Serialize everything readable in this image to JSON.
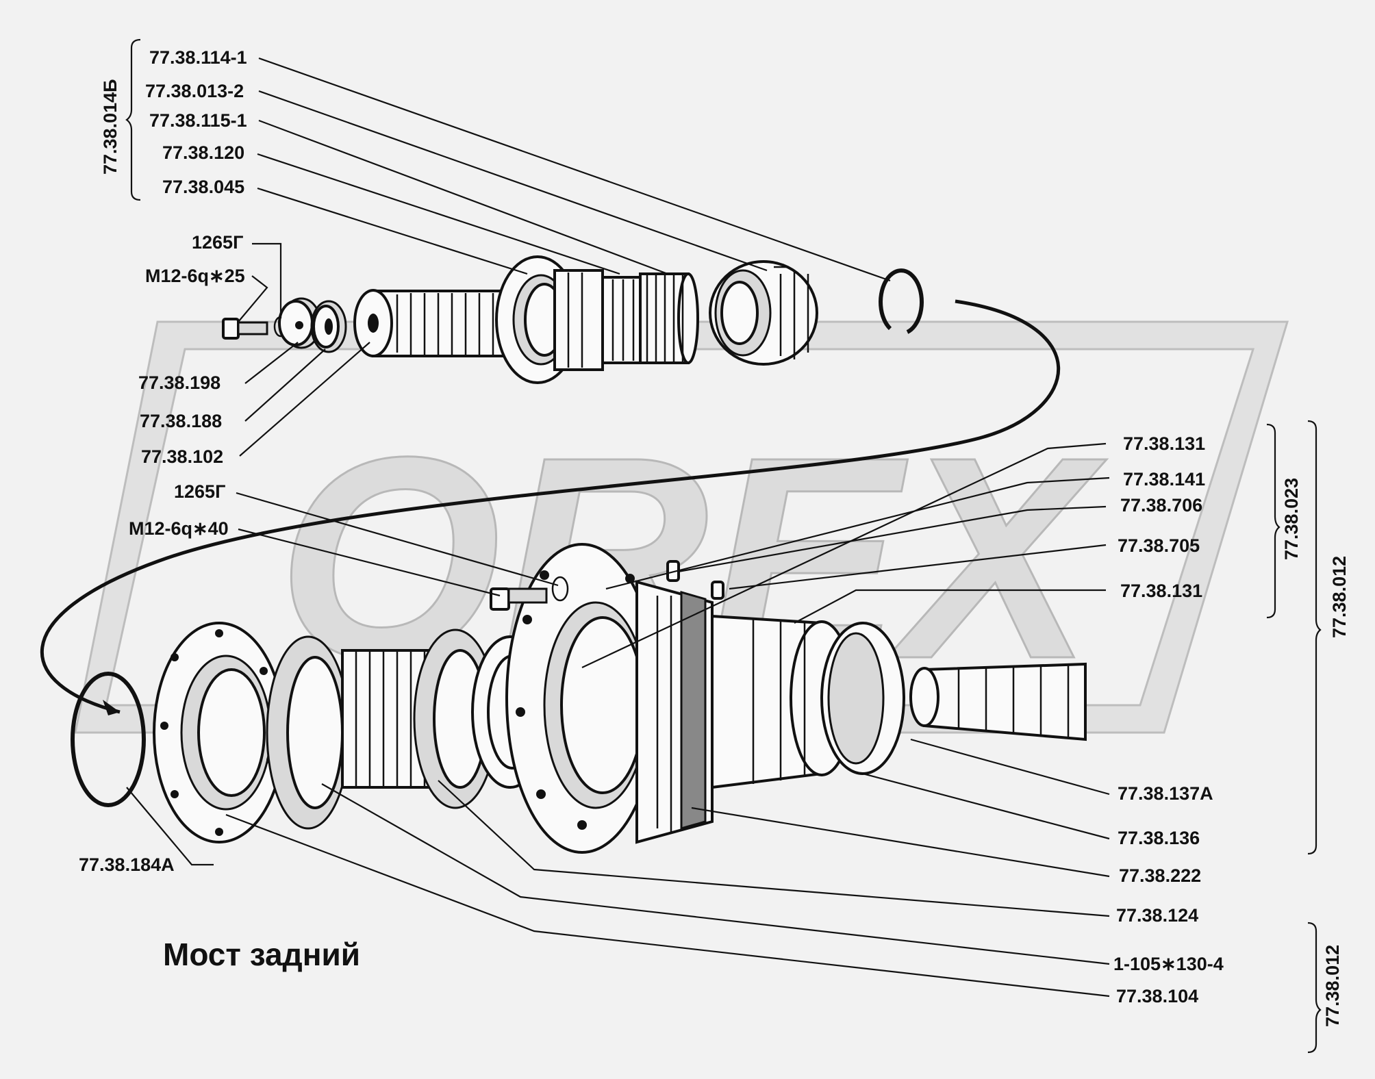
{
  "title": "Мост задний",
  "watermark": "OREX",
  "colors": {
    "background": "#f2f2f2",
    "ink": "#111111",
    "watermark": "#d6d6d6"
  },
  "labels": {
    "l1": "77.38.114-1",
    "l2": "77.38.013-2",
    "l3": "77.38.115-1",
    "l4": "77.38.120",
    "l5": "77.38.045",
    "l6": "1265Г",
    "l7": "М12-6q∗25",
    "l8": "77.38.198",
    "l9": "77.38.188",
    "l10": "77.38.102",
    "l11": "1265Г",
    "l12": "М12-6q∗40",
    "r1": "77.38.131",
    "r2": "77.38.141",
    "r3": "77.38.706",
    "r4": "77.38.705",
    "r5": "77.38.131",
    "r6": "77.38.137А",
    "r7": "77.38.136",
    "r8": "77.38.222",
    "r9": "77.38.124",
    "r10": "1-105∗130-4",
    "r11": "77.38.104",
    "b1": "77.38.184А"
  },
  "groups": {
    "g1": "77.38.014Б",
    "g2": "77.38.023",
    "g3": "77.38.012",
    "g4": "77.38.012"
  }
}
